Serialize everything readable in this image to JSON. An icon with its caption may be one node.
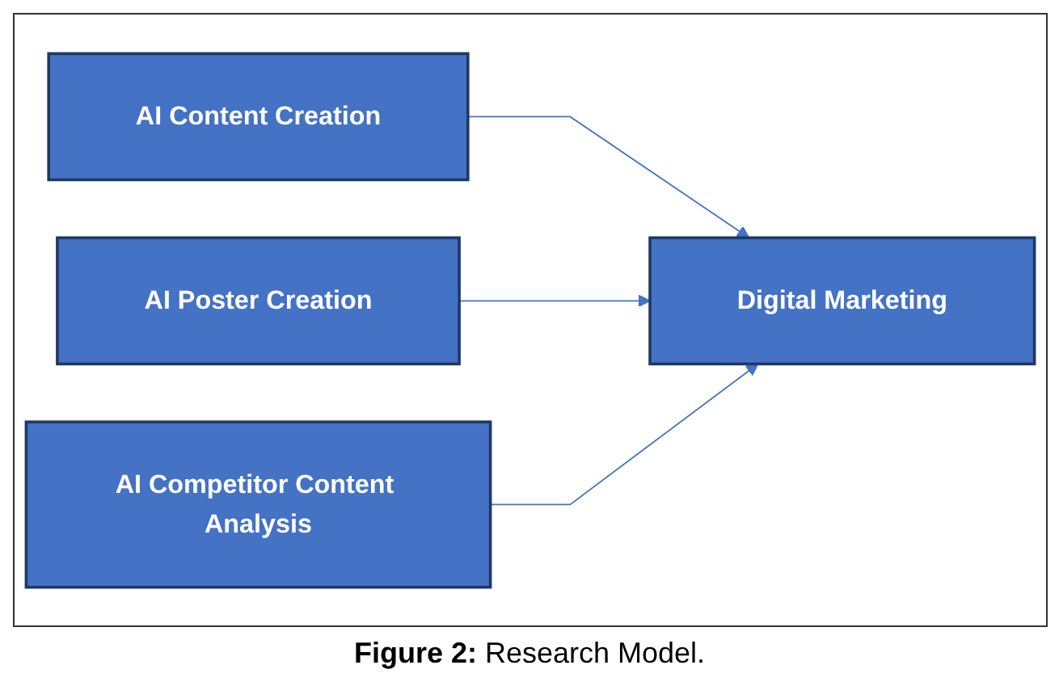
{
  "diagram": {
    "caption": "**Figure 2:** Research Model.",
    "nodes": [
      {
        "text": [
          "AI Content Creation"
        ]
      },
      {
        "text": [
          "AI Poster Creation"
        ]
      },
      {
        "text": [
          "AI Competitor Content Analysis"
        ]
      },
      {
        "text": [
          "Digital Marketing"
        ]
      }
    ],
    "edges": [
      {
        "from": 0,
        "to": 3,
        "arrow": "to"
      },
      {
        "from": 1,
        "to": 3,
        "arrow": "to"
      },
      {
        "from": 2,
        "to": 3,
        "arrow": "to"
      }
    ]
  }
}
